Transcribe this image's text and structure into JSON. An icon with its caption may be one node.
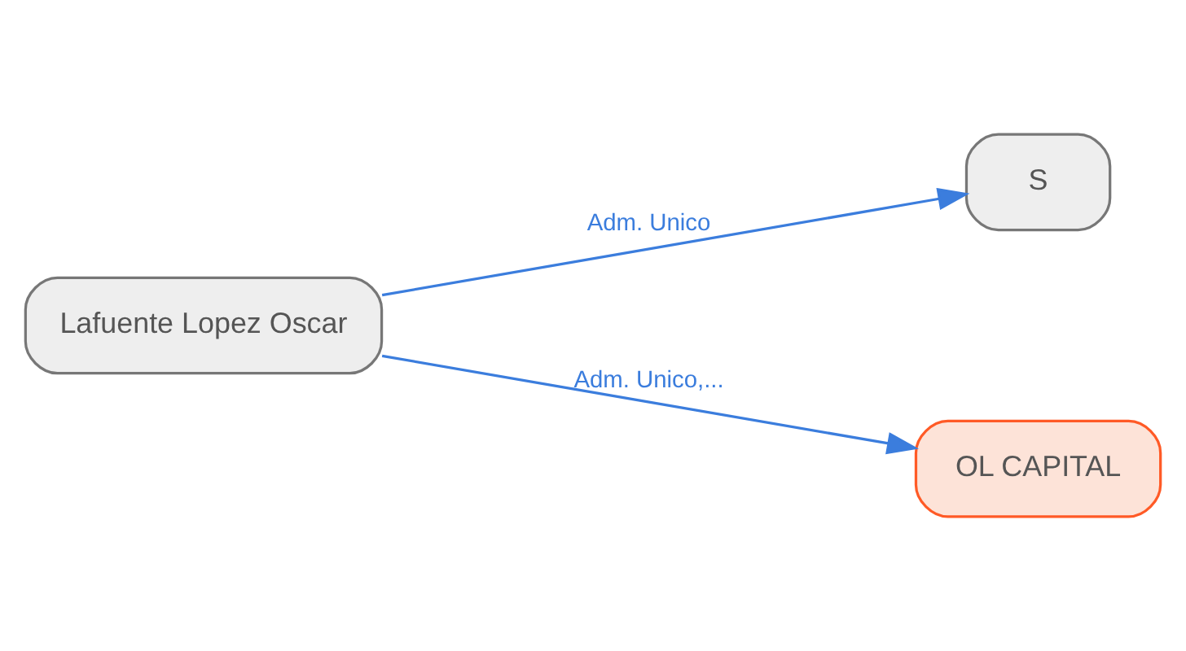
{
  "diagram": {
    "nodes": [
      {
        "text": [
          "Lafuente Lopez Oscar"
        ]
      },
      {
        "text": [
          "S"
        ]
      },
      {
        "text": [
          "OL CAPITAL"
        ]
      }
    ],
    "edges": [
      {
        "from": 0,
        "to": 1,
        "arrow": "to",
        "label": "Adm. Unico"
      },
      {
        "from": 0,
        "to": 2,
        "arrow": "to",
        "label": "Adm. Unico,..."
      }
    ]
  }
}
